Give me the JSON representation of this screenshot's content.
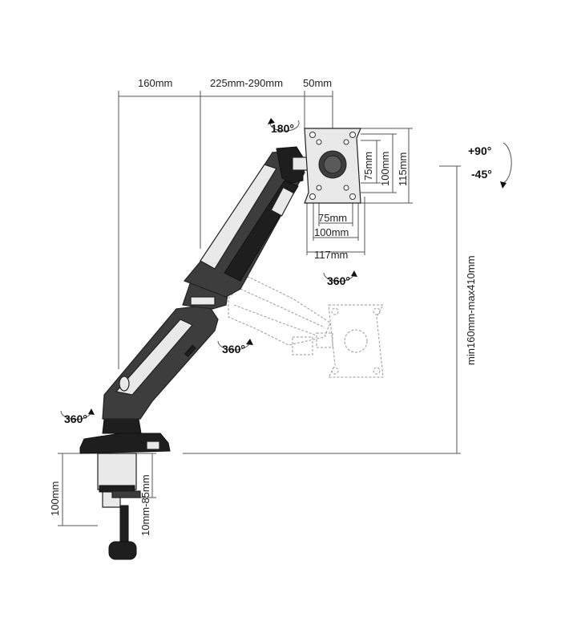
{
  "dimensions": {
    "top_left": "160mm",
    "top_middle": "225mm-290mm",
    "top_right": "50mm",
    "vesa_h1": "75mm",
    "vesa_h2": "100mm",
    "vesa_h3": "117mm",
    "vesa_v1": "75mm",
    "vesa_v2": "100mm",
    "vesa_v3": "115mm",
    "height_range": "min160mm-max410mm",
    "clamp_height": "100mm",
    "clamp_range": "10mm-85mm"
  },
  "rotations": {
    "head_rotate": "180°",
    "tilt_up": "+90°",
    "tilt_down": "-45°",
    "swivel_upper": "360°",
    "swivel_elbow": "360°",
    "swivel_base": "360°"
  }
}
